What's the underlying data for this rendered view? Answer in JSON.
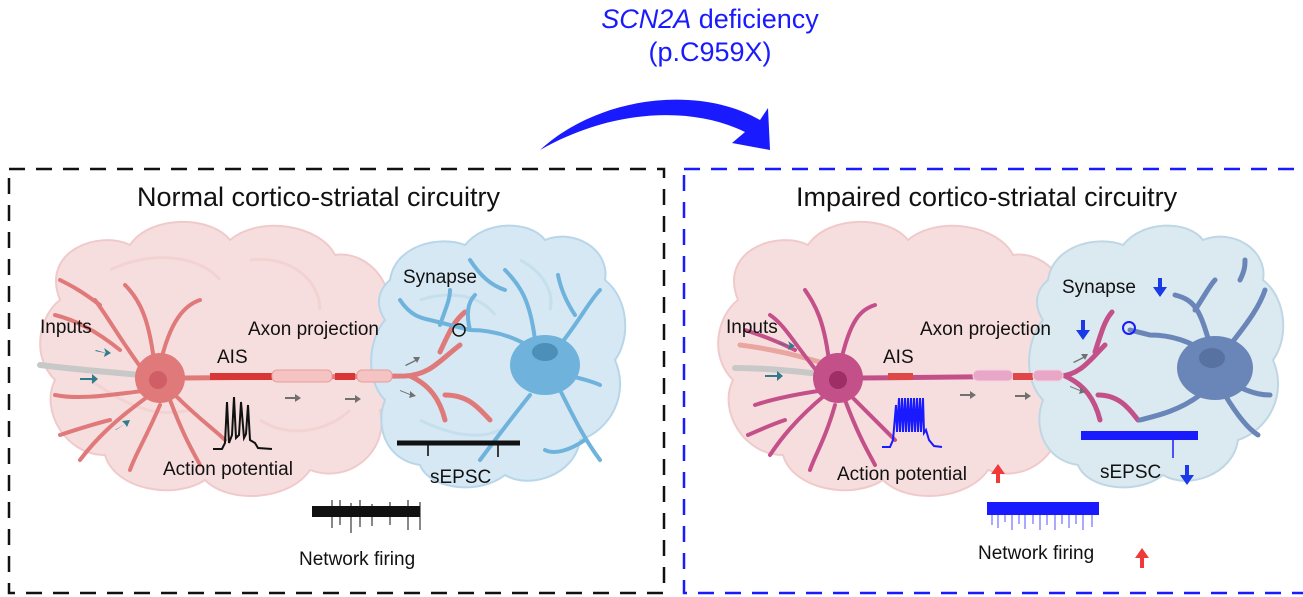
{
  "mutation": {
    "gene": "SCN2A",
    "suffix": " deficiency",
    "variant": "(p.C959X)",
    "color": "#1a1aff"
  },
  "panels": {
    "normal": {
      "title": "Normal cortico-striatal circuitry",
      "border_color": "#111111",
      "labels": {
        "inputs": "Inputs",
        "ais": "AIS",
        "axon": "Axon projection",
        "synapse": "Synapse",
        "action_potential": "Action potential",
        "sepsc": "sEPSC",
        "network": "Network firing"
      },
      "cortical_neuron_color": "#e07a7a",
      "striatal_neuron_color": "#6fb3dc",
      "trace_color": "#111111",
      "changes": {}
    },
    "impaired": {
      "title": "Impaired cortico-striatal circuitry",
      "border_color": "#1a1aff",
      "labels": {
        "inputs": "Inputs",
        "ais": "AIS",
        "axon": "Axon projection",
        "synapse": "Synapse",
        "action_potential": "Action potential",
        "sepsc": "sEPSC",
        "network": "Network firing"
      },
      "cortical_neuron_color": "#c4508a",
      "striatal_neuron_color": "#6a86b8",
      "trace_color": "#1a1aff",
      "changes": {
        "axon": "down",
        "synapse": "down",
        "action_potential": "up",
        "sepsc": "down",
        "network": "up"
      },
      "up_arrow_color": "#f03a3a",
      "down_arrow_color": "#1a3ae8"
    }
  }
}
